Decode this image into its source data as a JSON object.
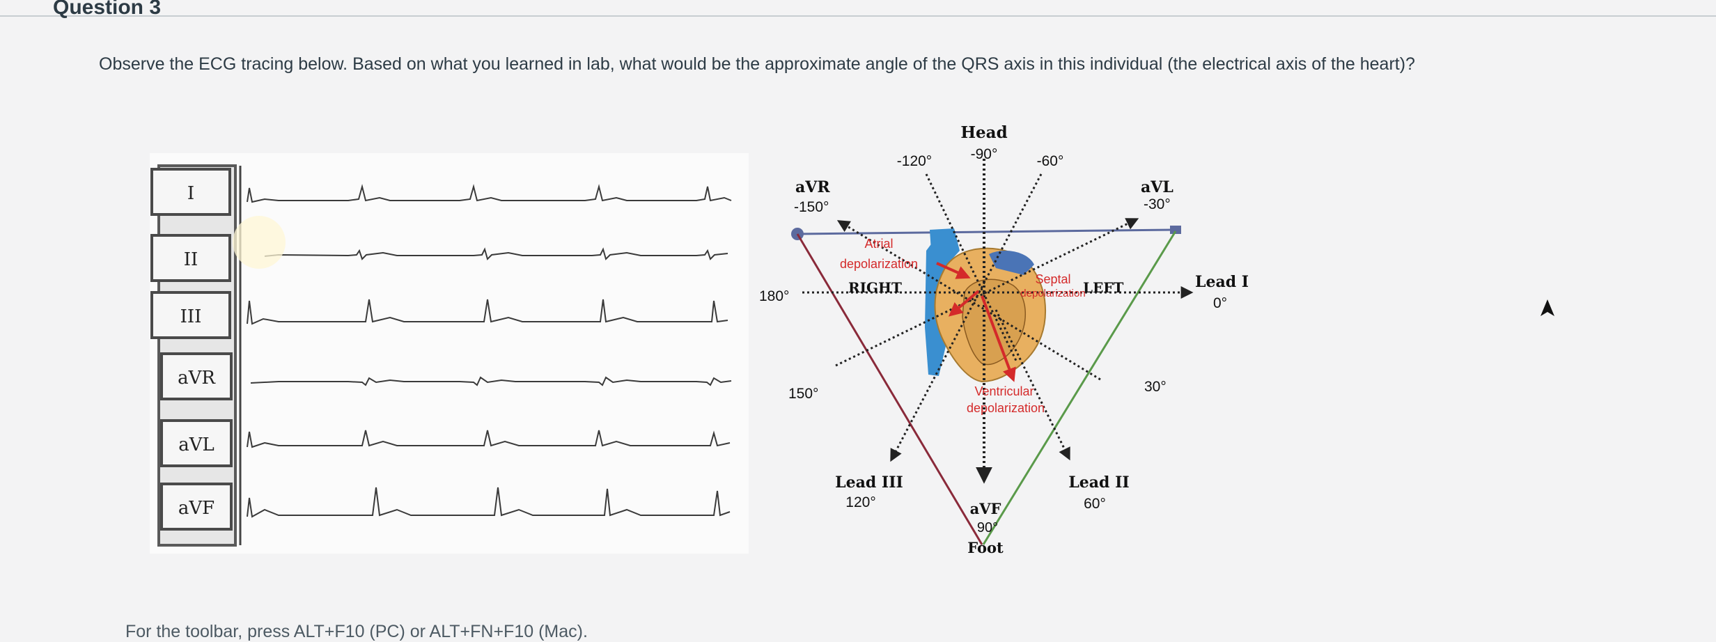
{
  "question": {
    "title": "Question 3",
    "text": "Observe the ECG tracing below. Based on what you learned in lab, what would be the approximate angle of the QRS axis in this individual (the electrical axis of the heart)?"
  },
  "ecg": {
    "leads": [
      "I",
      "II",
      "III",
      "aVR",
      "aVL",
      "aVF"
    ]
  },
  "axis_diagram": {
    "head_label": "Head",
    "foot_label": "Foot",
    "deg_neg90": "-90°",
    "deg_neg120": "-120°",
    "deg_neg60": "-60°",
    "avr_label": "aVR",
    "avr_deg": "-150°",
    "avl_label": "aVL",
    "avl_deg": "-30°",
    "deg_180": "180°",
    "right_label": "RIGHT",
    "left_label": "LEFT",
    "lead1_label": "Lead I",
    "lead1_deg": "0°",
    "deg_150": "150°",
    "deg_30": "30°",
    "lead3_label": "Lead III",
    "lead3_deg": "120°",
    "lead2_label": "Lead II",
    "lead2_deg": "60°",
    "avf_label": "aVF",
    "avf_deg": "90°",
    "atrial_label_1": "Atrial",
    "atrial_label_2": "depolarization",
    "septal_label_1": "Septal",
    "septal_label_2": "depolarization",
    "ventricular_label_1": "Ventricular",
    "ventricular_label_2": "depolarization"
  },
  "footer": {
    "text": "For the toolbar, press ALT+F10 (PC) or ALT+FN+F10 (Mac)."
  },
  "colors": {
    "triangle_blue": "#5c6a9e",
    "lead3_red": "#8a2a3a",
    "lead2_green": "#5a9a4a",
    "annot_red": "#d42a2a",
    "heart_orange": "#e8b060",
    "heart_blue": "#3a8fd0"
  }
}
